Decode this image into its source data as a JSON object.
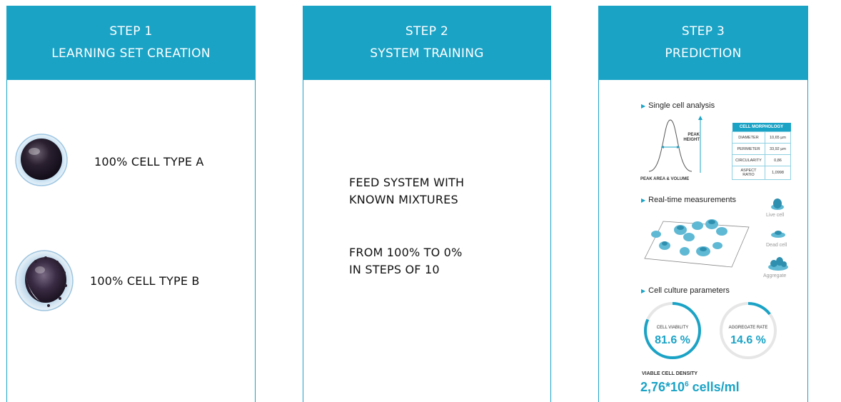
{
  "steps": [
    {
      "step": "STEP 1",
      "title": "LEARNING SET CREATION"
    },
    {
      "step": "STEP 2",
      "title": "SYSTEM TRAINING"
    },
    {
      "step": "STEP 3",
      "title": "PREDICTION"
    }
  ],
  "step1": {
    "cell_a_label": "100% CELL TYPE A",
    "cell_b_label": "100% CELL TYPE B"
  },
  "step2": {
    "line1": "FEED SYSTEM WITH",
    "line2": "KNOWN MIXTURES",
    "line3": "FROM 100% TO 0%",
    "line4": "IN STEPS OF 10"
  },
  "step3": {
    "single_cell_title": "Single cell analysis",
    "peak_height_label": "PEAK HEIGHT",
    "peak_area_label": "PEAK AREA & VOLUME",
    "morphology": {
      "header": "CELL MORPHOLOGY",
      "rows": [
        {
          "param": "DIAMETER",
          "value": "10,65 µm"
        },
        {
          "param": "PERIMETER",
          "value": "33,92 µm"
        },
        {
          "param": "CIRCULARITY",
          "value": "0,86"
        },
        {
          "param": "ASPECT RATIO",
          "value": "1,0998"
        }
      ]
    },
    "realtime_title": "Real-time measurements",
    "legend": {
      "live": "Live cell",
      "dead": "Dead cell",
      "aggregate": "Aggregate"
    },
    "culture_title": "Cell culture parameters",
    "viability": {
      "label": "CELL VIABILITY",
      "value": "81.6 %",
      "fraction": 0.816
    },
    "aggregate_rate": {
      "label": "AGGREGATE RATE",
      "value": "14.6 %",
      "fraction": 0.146
    },
    "density_label": "VIABLE CELL DENSITY",
    "density_value": "2,76*10",
    "density_exp": "6",
    "density_unit": " cells/ml"
  },
  "colors": {
    "accent": "#1ba3c6",
    "text": "#111111",
    "gauge_track": "#e6e6e6"
  }
}
